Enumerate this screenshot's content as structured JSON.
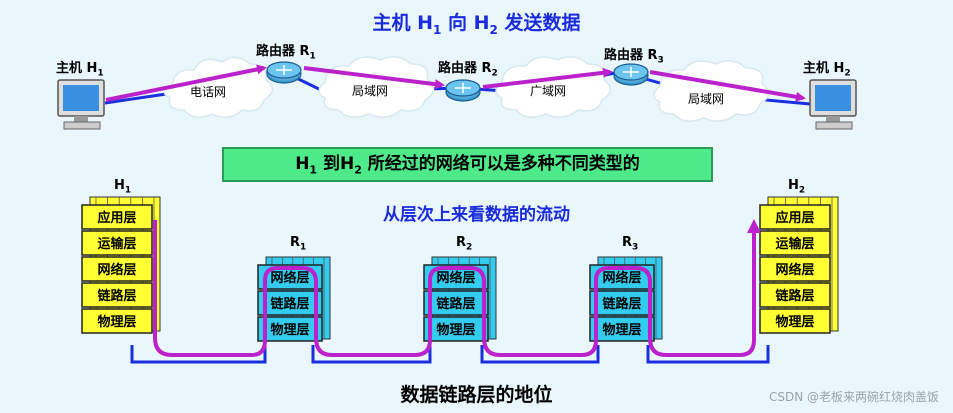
{
  "titles": {
    "top_prefix": "主机 H",
    "top_h1_sub": "1",
    "top_mid": " 向 H",
    "top_h2_sub": "2",
    "top_suffix": " 发送数据",
    "green_p1": "H",
    "green_p1_sub": "1",
    "green_p2": " 到H",
    "green_p2_sub": "2",
    "green_p3": " 所经过的网络可以是多种不同类型的",
    "flow": "从层次上来看数据的流动",
    "bottom": "数据链路层的地位"
  },
  "top_diagram": {
    "host_left": {
      "label": "主机 H",
      "sub": "1"
    },
    "host_right": {
      "label": "主机 H",
      "sub": "2"
    },
    "routers": [
      {
        "label": "路由器 R",
        "sub": "1"
      },
      {
        "label": "路由器 R",
        "sub": "2"
      },
      {
        "label": "路由器 R",
        "sub": "3"
      }
    ],
    "networks": [
      "电话网",
      "局域网",
      "广域网",
      "局域网"
    ]
  },
  "stacks": {
    "h1": {
      "label": "H",
      "sub": "1",
      "layers": [
        "应用层",
        "运输层",
        "网络层",
        "链路层",
        "物理层"
      ]
    },
    "r1": {
      "label": "R",
      "sub": "1",
      "layers": [
        "网络层",
        "链路层",
        "物理层"
      ]
    },
    "r2": {
      "label": "R",
      "sub": "2",
      "layers": [
        "网络层",
        "链路层",
        "物理层"
      ]
    },
    "r3": {
      "label": "R",
      "sub": "3",
      "layers": [
        "网络层",
        "链路层",
        "物理层"
      ]
    },
    "h2": {
      "label": "H",
      "sub": "2",
      "layers": [
        "应用层",
        "运输层",
        "网络层",
        "链路层",
        "物理层"
      ]
    }
  },
  "colors": {
    "flow_arrow": "#bb22cc",
    "link_line": "#1a30e0",
    "host_layer_fill": "#ffff33",
    "router_layer_fill": "#33ccee"
  },
  "watermark": "CSDN @老板来两碗红烧肉盖饭"
}
